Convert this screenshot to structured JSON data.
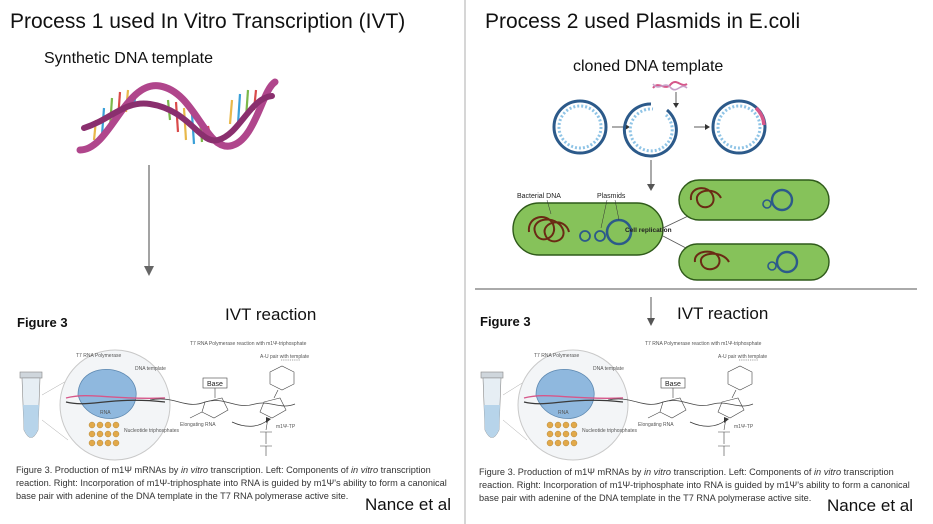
{
  "left": {
    "title": "Process 1 used In Vitro Transcription (IVT)",
    "template_label": "Synthetic DNA template",
    "reaction_label": "IVT reaction",
    "figure_label": "Figure 3",
    "figure": {
      "heading": "T7 RNA Polymerase reaction with m1Ψ-triphosphate",
      "t7_label": "T7 RNA Polymerase",
      "dna_label": "DNA template",
      "rna_label": "RNA",
      "ntp_label": "Nucleotide triphosphates",
      "base_label": "Base",
      "pair_label": "A-U pair with template",
      "elongating_label": "Elongating RNA",
      "tp_label": "m1Ψ-TP"
    },
    "caption": {
      "p1": "Figure 3. Production of m1Ψ mRNAs by ",
      "i1": "in vitro",
      "p2": " transcription. Left: Components of ",
      "i2": "in vitro",
      "p3": " transcription reaction. Right: Incorporation of m1Ψ-triphosphate into RNA is guided by m1Ψ's ability to form a canonical base pair with adenine of the DNA template in the T7 RNA polymerase active site."
    },
    "credit": "Nance et al"
  },
  "right": {
    "title": "Process 2 used Plasmids in E.coli",
    "template_label": "cloned DNA template",
    "bacterial_dna_label": "Bacterial DNA",
    "plasmids_label": "Plasmids",
    "replication_label": "Cell replication",
    "reaction_label": "IVT reaction",
    "figure_label": "Figure 3",
    "figure": {
      "heading": "T7 RNA Polymerase reaction with m1Ψ-triphosphate",
      "t7_label": "T7 RNA Polymerase",
      "dna_label": "DNA template",
      "rna_label": "RNA",
      "ntp_label": "Nucleotide triphosphates",
      "base_label": "Base",
      "pair_label": "A-U pair with template",
      "elongating_label": "Elongating RNA",
      "tp_label": "m1Ψ-TP"
    },
    "caption": {
      "p1": "Figure 3. Production of m1Ψ mRNAs by ",
      "i1": "in vitro",
      "p2": " transcription. Left: Components of ",
      "i2": "in vitro",
      "p3": " transcription reaction. Right: Incorporation of m1Ψ-triphosphate into RNA is guided by m1Ψ's ability to form a canonical base pair with adenine of the DNA template in the T7 RNA polymerase active site."
    },
    "credit": "Nance et al"
  },
  "colors": {
    "helix_backbone": "#b0468c",
    "bacteria_fill": "#86c25a",
    "bacteria_stroke": "#2f5a1a",
    "bacterial_dna": "#6a2a14",
    "plasmid_ring": "#2c5a8a",
    "arrow": "#666666"
  }
}
